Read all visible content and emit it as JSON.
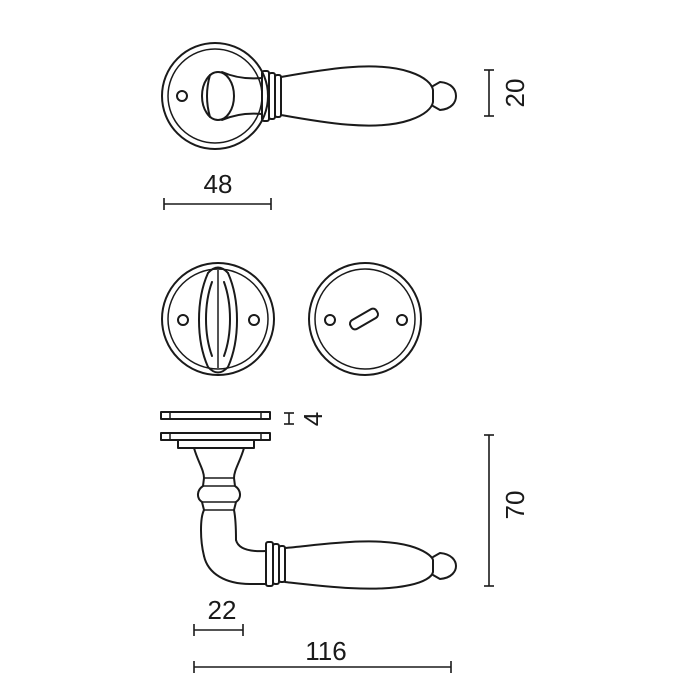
{
  "dimensions": {
    "rosette_width": "48",
    "handle_thickness": "20",
    "rosette_thickness": "4",
    "handle_height": "70",
    "neck_width": "22",
    "handle_length": "116"
  }
}
